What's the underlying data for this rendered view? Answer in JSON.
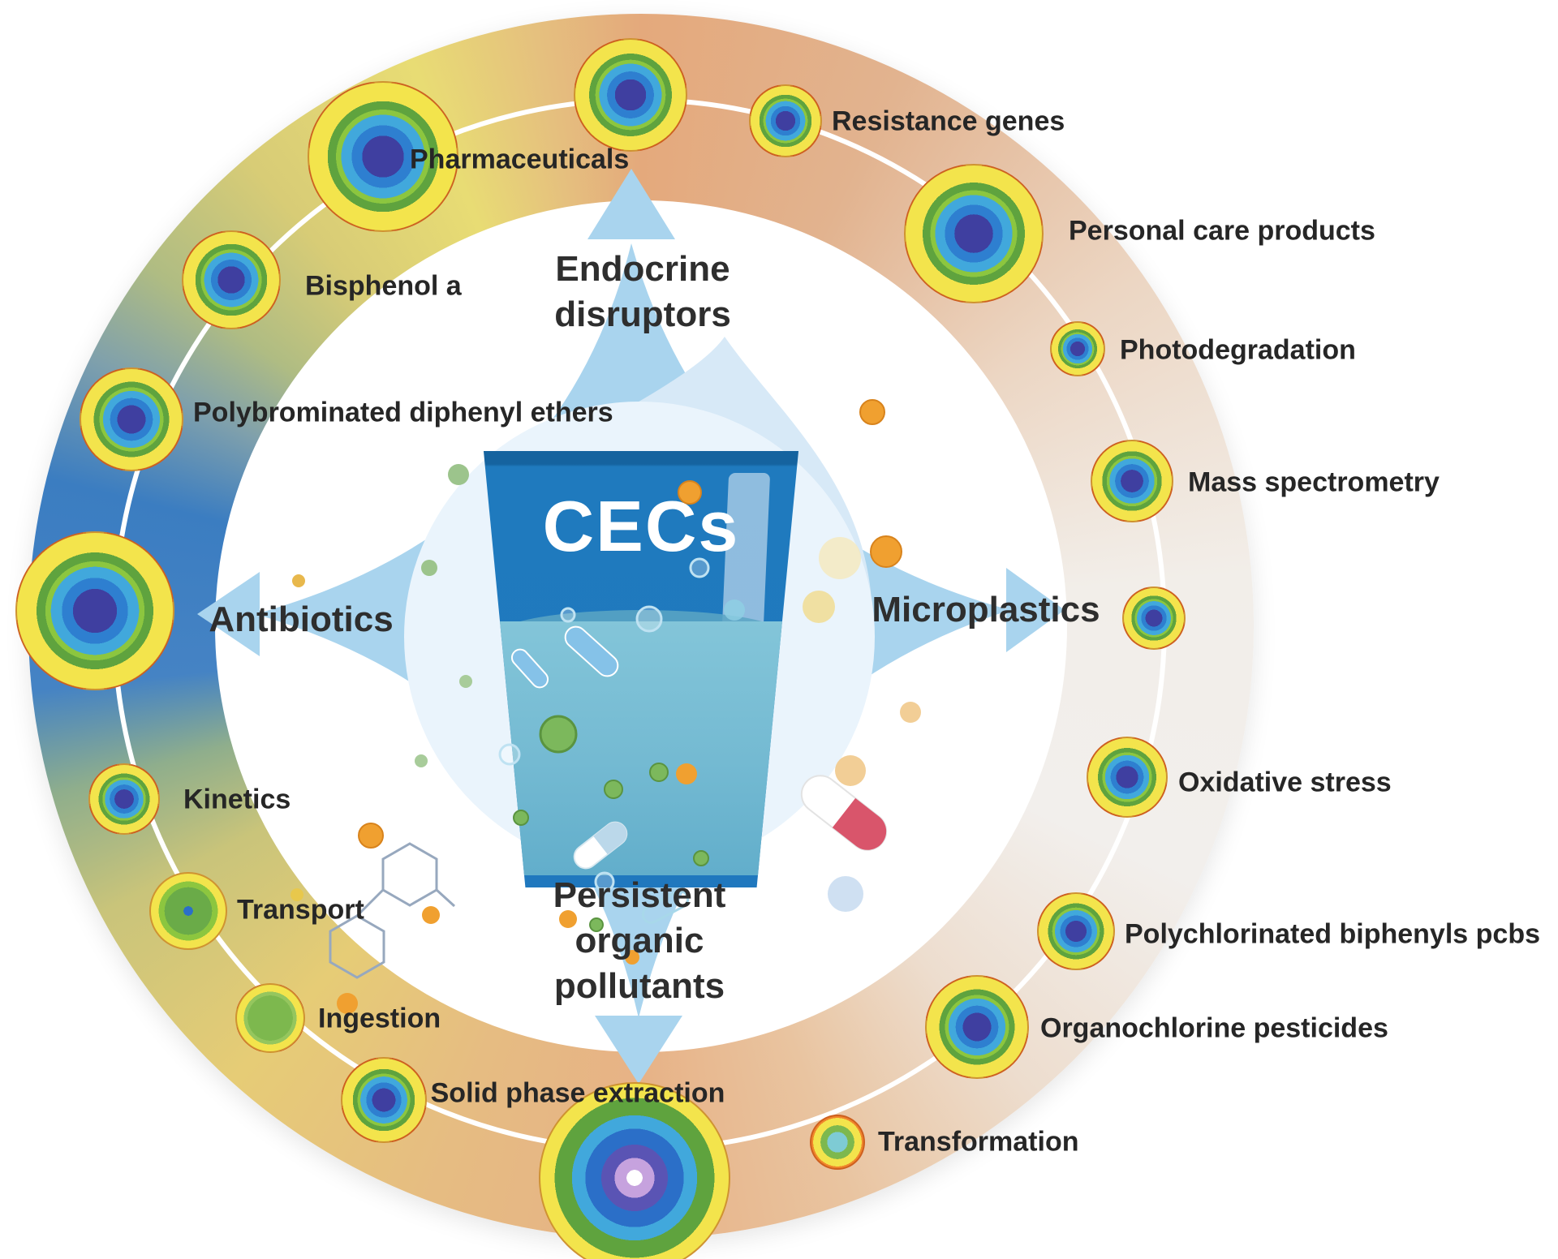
{
  "figure": {
    "type": "keyword-ring-diagram",
    "center": {
      "label": "CECs"
    }
  },
  "spokes": {
    "top": {
      "label": "Endocrine\ndisruptors"
    },
    "right": {
      "label": "Microplastics"
    },
    "bottom": {
      "label": "Persistent\norganic\npollutants"
    },
    "left": {
      "label": "Antibiotics"
    }
  },
  "nodes": [
    {
      "id": "pharmaceuticals",
      "label": "Pharmaceuticals"
    },
    {
      "id": "endocrine-hub",
      "label": null
    },
    {
      "id": "resistance-genes",
      "label": "Resistance genes"
    },
    {
      "id": "personal-care-products",
      "label": "Personal care products"
    },
    {
      "id": "photodegradation",
      "label": "Photodegradation"
    },
    {
      "id": "mass-spectrometry",
      "label": "Mass spectrometry"
    },
    {
      "id": "microplastics-hub",
      "label": null
    },
    {
      "id": "oxidative-stress",
      "label": "Oxidative stress"
    },
    {
      "id": "polychlorinated-biphenyls-pcbs",
      "label": "Polychlorinated biphenyls pcbs"
    },
    {
      "id": "organochlorine-pesticides",
      "label": "Organochlorine pesticides"
    },
    {
      "id": "transformation",
      "label": "Transformation"
    },
    {
      "id": "solid-phase-extraction",
      "label": "Solid phase extraction"
    },
    {
      "id": "solid-phase-hub",
      "label": null
    },
    {
      "id": "ingestion",
      "label": "Ingestion"
    },
    {
      "id": "transport",
      "label": "Transport"
    },
    {
      "id": "kinetics",
      "label": "Kinetics"
    },
    {
      "id": "antibiotics-hub",
      "label": null
    },
    {
      "id": "polybrominated-diphenyl-ethers",
      "label": "Polybrominated diphenyl ethers"
    },
    {
      "id": "bisphenol-a",
      "label": "Bisphenol a"
    }
  ],
  "colors": {
    "arrow-blue": "#A9D4EE",
    "text-dark": "#262626",
    "ring-blue": "#3B7DC1",
    "ring-yellow": "#E8DC74",
    "ring-peach": "#E4A97C",
    "ring-white": "#F2EFEC",
    "node-red": "#D6411C",
    "node-orange": "#F0862B",
    "node-yellow": "#F3E44C",
    "node-green": "#5FA33E",
    "node-lightblue": "#41A8DC",
    "node-core": "#3F3FA0",
    "cup-blue": "#1F7ABE",
    "water-blue": "#7EC2D8"
  }
}
